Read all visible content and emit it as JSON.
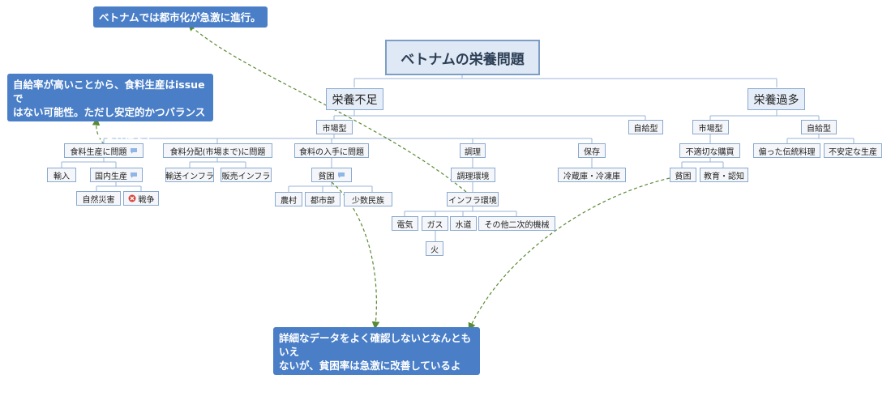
{
  "root": "ベトナムの栄養問題",
  "undernutrition": {
    "label": "栄養不足",
    "market": "市場型",
    "self_sufficient": "自給型",
    "food_production": "食料生産に問題",
    "import": "輸入",
    "domestic_production": "国内生産",
    "natural_disaster": "自然災害",
    "war": "戦争",
    "food_distribution": "食料分配(市場まで)に問題",
    "transport_infra": "輸送インフラ",
    "sales_infra": "販売インフラ",
    "food_access": "食料の入手に問題",
    "poverty": "貧困",
    "rural": "農村",
    "urban": "都市部",
    "minorities": "少数民族",
    "cooking": "調理",
    "cooking_env": "調理環境",
    "infra_env": "インフラ環境",
    "electricity": "電気",
    "gas": "ガス",
    "water": "水道",
    "other_machines": "その他二次的機械",
    "fire": "火",
    "storage": "保存",
    "fridge_freezer": "冷蔵庫・冷凍庫"
  },
  "overnutrition": {
    "label": "栄養過多",
    "market": "市場型",
    "self_sufficient": "自給型",
    "improper_purchase": "不適切な購買",
    "poverty": "貧困",
    "education": "教育・認知",
    "biased_cuisine": "偏った伝統料理",
    "unstable_production": "不安定な生産"
  },
  "callouts": {
    "urbanization": "ベトナムでは都市化が急激に進行。",
    "issue": "自給率が高いことから、食料生産はissueで\nはない可能性。ただし安定的かつバランスの\nとれた生産は課題であり得る？",
    "poverty_data": "詳細なデータをよく確認しないとなんともいえ\nないが、貧困率は急激に改善しているよう。\nただし格差や一部の貧困問題は残存？"
  },
  "colors": {
    "callout": "#4a7fc8",
    "dashed_link": "#5a8a35",
    "connector": "#9ab6da"
  }
}
